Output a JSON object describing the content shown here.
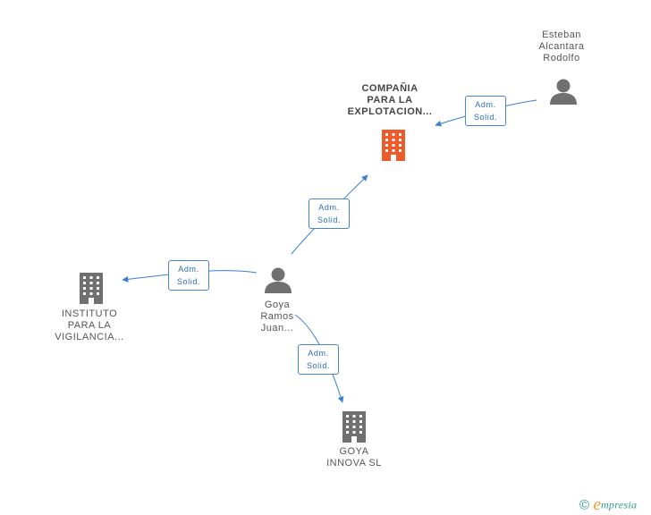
{
  "colors": {
    "person": "#707070",
    "company": "#707070",
    "focus_company": "#ef5a2b",
    "edge": "#3b7fd0"
  },
  "nodes": {
    "compania": {
      "label": [
        "COMPAÑIA",
        "PARA LA",
        "EXPLOTACION..."
      ],
      "icon": "building-icon",
      "role": "focus"
    },
    "esteban": {
      "label": [
        "Esteban",
        "Alcantara",
        "Rodolfo"
      ],
      "icon": "person-icon"
    },
    "goya_ramos": {
      "label": [
        "Goya",
        "Ramos",
        "Juan..."
      ],
      "icon": "person-icon"
    },
    "instituto": {
      "label": [
        "INSTITUTO",
        "PARA LA",
        "VIGILANCIA..."
      ],
      "icon": "building-icon"
    },
    "goya_innova": {
      "label": [
        "GOYA",
        "INNOVA SL"
      ],
      "icon": "building-icon"
    }
  },
  "edges": [
    {
      "from": "esteban",
      "to": "compania",
      "label": [
        "Adm.",
        "Solid."
      ]
    },
    {
      "from": "goya_ramos",
      "to": "compania",
      "label": [
        "Adm.",
        "Solid."
      ]
    },
    {
      "from": "goya_ramos",
      "to": "instituto",
      "label": [
        "Adm.",
        "Solid."
      ]
    },
    {
      "from": "goya_ramos",
      "to": "goya_innova",
      "label": [
        "Adm.",
        "Solid."
      ]
    }
  ],
  "footer": {
    "copyright_symbol": "©",
    "brand_initial": "e",
    "brand_rest": "mpresia"
  }
}
